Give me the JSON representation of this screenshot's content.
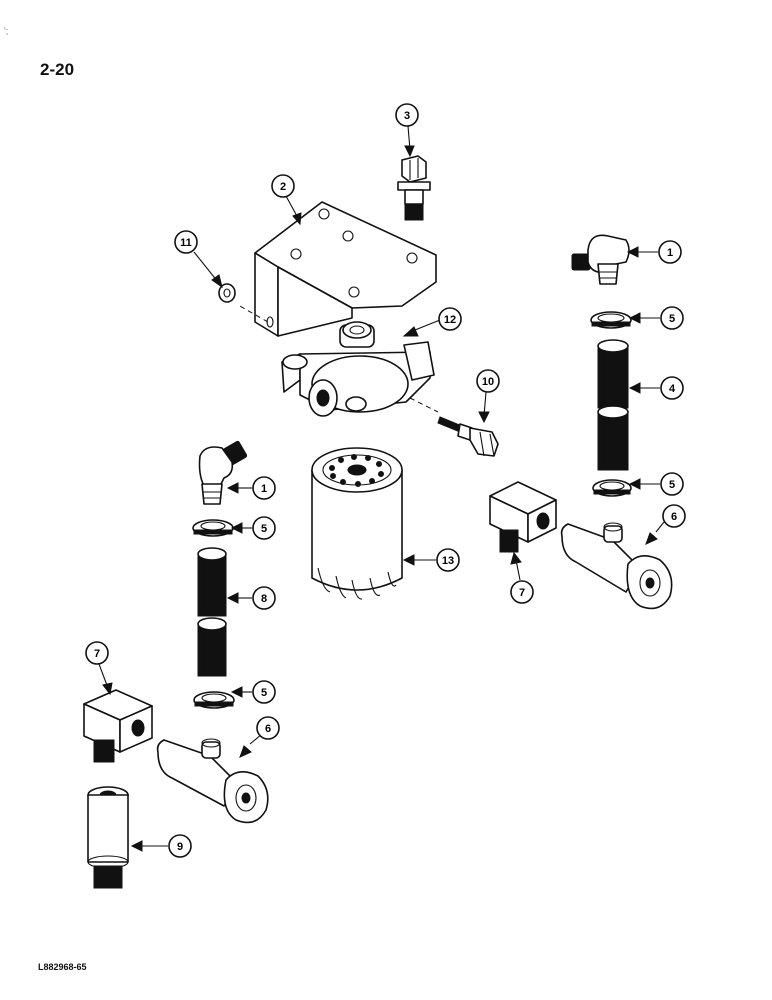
{
  "page": {
    "section_number": "2-20",
    "corner_mark": "';",
    "document_code": "L882968-65"
  },
  "callouts": [
    {
      "id": "c3",
      "label": "3"
    },
    {
      "id": "c2",
      "label": "2"
    },
    {
      "id": "c11",
      "label": "11"
    },
    {
      "id": "c1a",
      "label": "1"
    },
    {
      "id": "c12",
      "label": "12"
    },
    {
      "id": "c5a",
      "label": "5"
    },
    {
      "id": "c4",
      "label": "4"
    },
    {
      "id": "c10",
      "label": "10"
    },
    {
      "id": "c1b",
      "label": "1"
    },
    {
      "id": "c5b",
      "label": "5"
    },
    {
      "id": "c5c",
      "label": "5"
    },
    {
      "id": "c6a",
      "label": "6"
    },
    {
      "id": "c13",
      "label": "13"
    },
    {
      "id": "c8",
      "label": "8"
    },
    {
      "id": "c7a",
      "label": "7"
    },
    {
      "id": "c7b",
      "label": "7"
    },
    {
      "id": "c5d",
      "label": "5"
    },
    {
      "id": "c6b",
      "label": "6"
    },
    {
      "id": "c9",
      "label": "9"
    }
  ]
}
